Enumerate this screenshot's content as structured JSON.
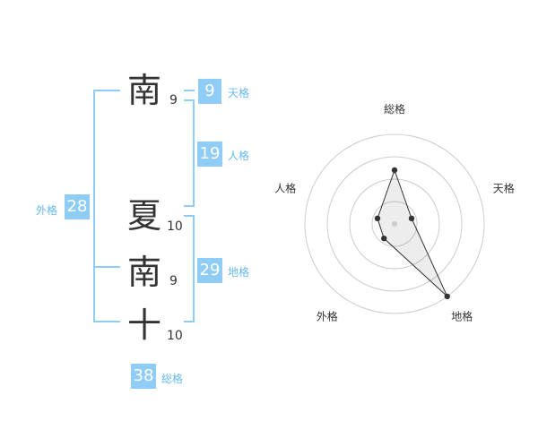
{
  "name": {
    "characters": [
      {
        "char": "南",
        "strokes": "9"
      },
      {
        "char": "夏",
        "strokes": "10"
      },
      {
        "char": "南",
        "strokes": "9"
      },
      {
        "char": "十",
        "strokes": "10"
      }
    ]
  },
  "fortune": {
    "tenkaku": {
      "value": "9",
      "label": "天格"
    },
    "jinkaku": {
      "value": "19",
      "label": "人格"
    },
    "chikaku": {
      "value": "29",
      "label": "地格"
    },
    "gaikaku": {
      "value": "28",
      "label": "外格"
    },
    "soukaku": {
      "value": "38",
      "label": "総格"
    }
  },
  "colors": {
    "accent": "#8fcdf6",
    "label": "#66b8ee",
    "text": "#333333"
  },
  "chart_data": {
    "type": "radar",
    "axes": [
      "総格",
      "天格",
      "地格",
      "外格",
      "人格"
    ],
    "values": [
      3,
      1,
      5,
      1,
      1
    ],
    "rmax": 5,
    "rings": 4
  }
}
